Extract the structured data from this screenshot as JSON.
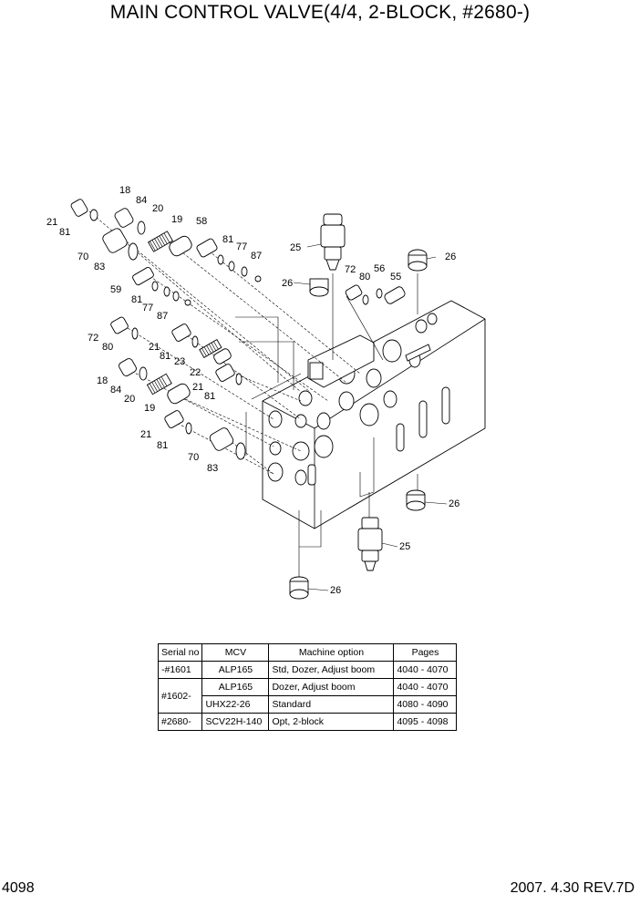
{
  "page": {
    "title": "MAIN CONTROL VALVE(4/4, 2-BLOCK, #2680-)",
    "page_number": "4098",
    "revision": "2007. 4.30  REV.7D"
  },
  "callouts": [
    "18",
    "84",
    "20",
    "19",
    "58",
    "81",
    "77",
    "87",
    "21",
    "81",
    "70",
    "83",
    "25",
    "72",
    "80",
    "56",
    "55",
    "26",
    "26",
    "59",
    "81",
    "77",
    "87",
    "72",
    "80",
    "21",
    "81",
    "23",
    "22",
    "18",
    "84",
    "20",
    "19",
    "21",
    "81",
    "21",
    "81",
    "70",
    "83",
    "26",
    "25",
    "26"
  ],
  "table": {
    "headers": [
      "Serial no",
      "MCV",
      "Machine option",
      "Pages"
    ],
    "rows": [
      {
        "serial": "-#1601",
        "mcv": "ALP165",
        "option": "Std, Dozer, Adjust boom",
        "pages": "4040 - 4070"
      },
      {
        "serial": "#1602-",
        "mcv": "ALP165",
        "option": "Dozer, Adjust boom",
        "pages": "4040 - 4070"
      },
      {
        "serial": "",
        "mcv": "UHX22-26",
        "option": "Standard",
        "pages": "4080 - 4090"
      },
      {
        "serial": "#2680-",
        "mcv": "SCV22H-140",
        "option": "Opt, 2-block",
        "pages": "4095 - 4098"
      }
    ]
  }
}
